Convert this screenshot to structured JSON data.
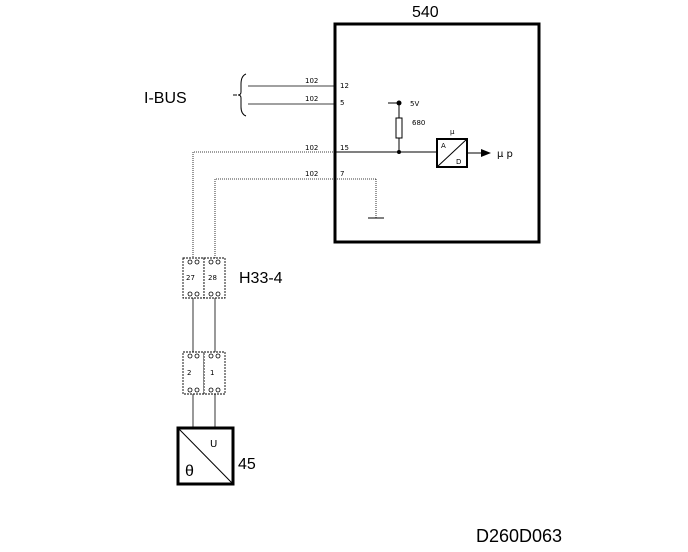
{
  "diagram": {
    "module_label": "540",
    "ibus_label": "I-BUS",
    "connector_label": "H33-4",
    "sensor_label": "45",
    "drawing_id": "D260D063",
    "module_pins": [
      "12",
      "5",
      "15",
      "7"
    ],
    "wire_codes": [
      "102",
      "102",
      "102",
      "102"
    ],
    "supply_voltage": "5V",
    "resistor_value": "680",
    "converter_name": "μ",
    "converter_top": "A",
    "converter_bottom": "D",
    "output_label": "μ p",
    "h33_pins": [
      "27",
      "28"
    ],
    "sensor_conn_pins": [
      "2",
      "1"
    ],
    "sensor_u": "U",
    "sensor_theta": "θ"
  }
}
